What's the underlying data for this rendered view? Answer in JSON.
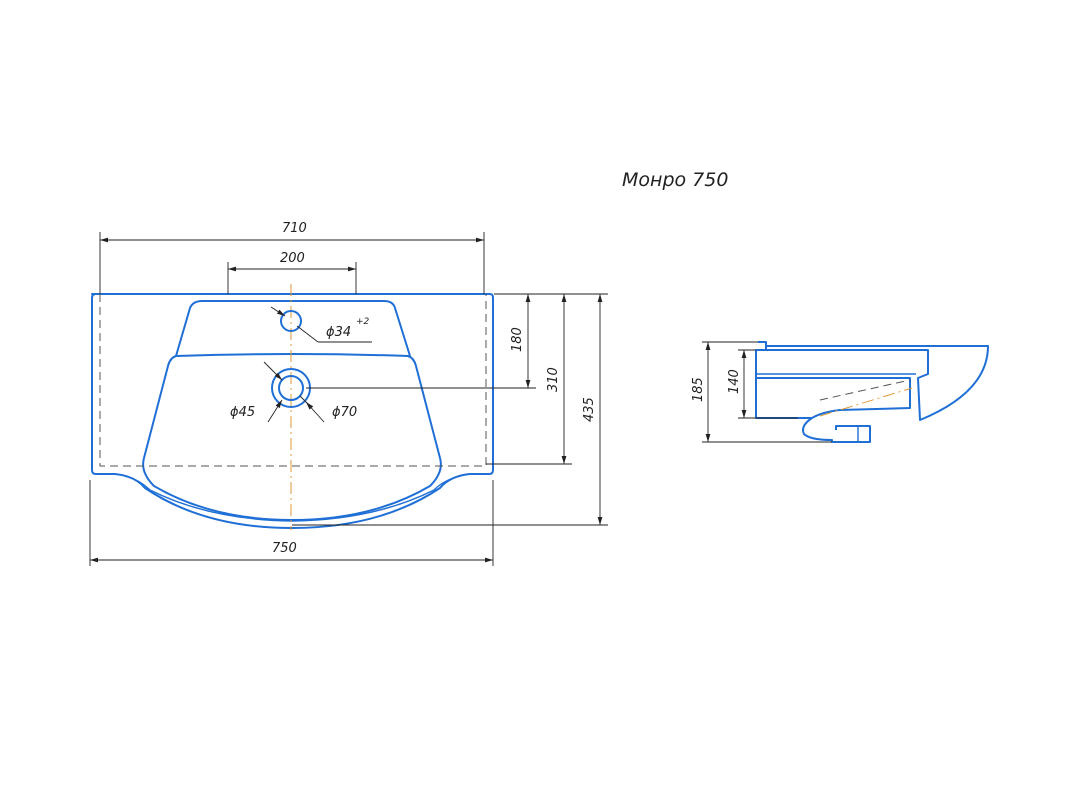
{
  "title": "Монро 750",
  "top_view": {
    "dim_width_inner": "710",
    "dim_faucet_spacing": "200",
    "dim_overall_width": "750",
    "dim_depth_to_tap": "180",
    "dim_depth_to_drain": "310",
    "dim_overall_depth": "435",
    "tap_hole_diameter": "ϕ34",
    "tap_hole_tolerance": "+2",
    "drain_inner_diameter": "ϕ45",
    "drain_outer_diameter": "ϕ70"
  },
  "side_view": {
    "dim_overall_height": "185",
    "dim_bowl_height": "140"
  },
  "colors": {
    "outline": "#1f6fd6",
    "dimension": "#222222",
    "centerline": "#e09a3a"
  }
}
